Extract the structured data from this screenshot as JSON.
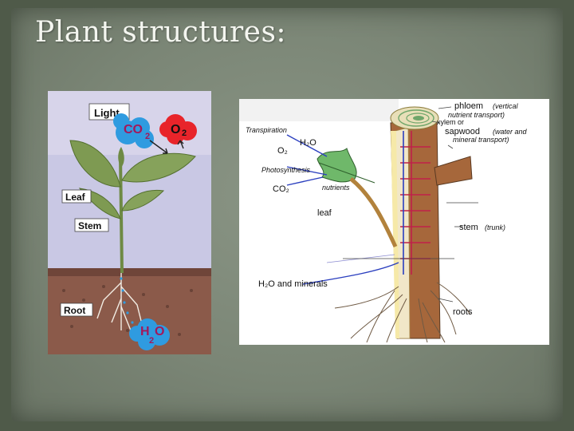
{
  "title": "Plant structures:",
  "left_diagram": {
    "labels": {
      "light": "Light",
      "co2": "CO",
      "co2_sub": "2",
      "o2": "O",
      "o2_sub": "2",
      "leaf": "Leaf",
      "stem": "Stem",
      "root": "Root",
      "h2o": "H",
      "h2o_sub": "2",
      "h2o_o": "O"
    }
  },
  "right_diagram": {
    "labels": {
      "phloem": "phloem",
      "phloem_desc_1": "(vertical",
      "phloem_desc_2": "nutrient transport)",
      "xylem": "xylem or",
      "sapwood": "sapwood",
      "sapwood_desc_1": "(water and",
      "sapwood_desc_2": "mineral transport)",
      "transpiration": "Transpiration",
      "h2o_top": "H₂O",
      "o2": "O₂",
      "photosynthesis": "Photosynthesis",
      "co2": "CO₂",
      "nutrients": "nutrients",
      "leaf": "leaf",
      "stem": "stem",
      "trunk": "(trunk)",
      "h2o_minerals": "H₂O and minerals",
      "roots": "roots"
    }
  },
  "colors": {
    "background": "#4f5a49",
    "slide": "#7b8676",
    "title": "#f4f6f0",
    "co2_blue": "#2f9be0",
    "o2_red": "#e8242a",
    "trunk_brown": "#a6673b",
    "arrow_blue": "#2b3fbf",
    "arrow_red": "#c0204a",
    "leaf_green": "#6fb86a"
  }
}
